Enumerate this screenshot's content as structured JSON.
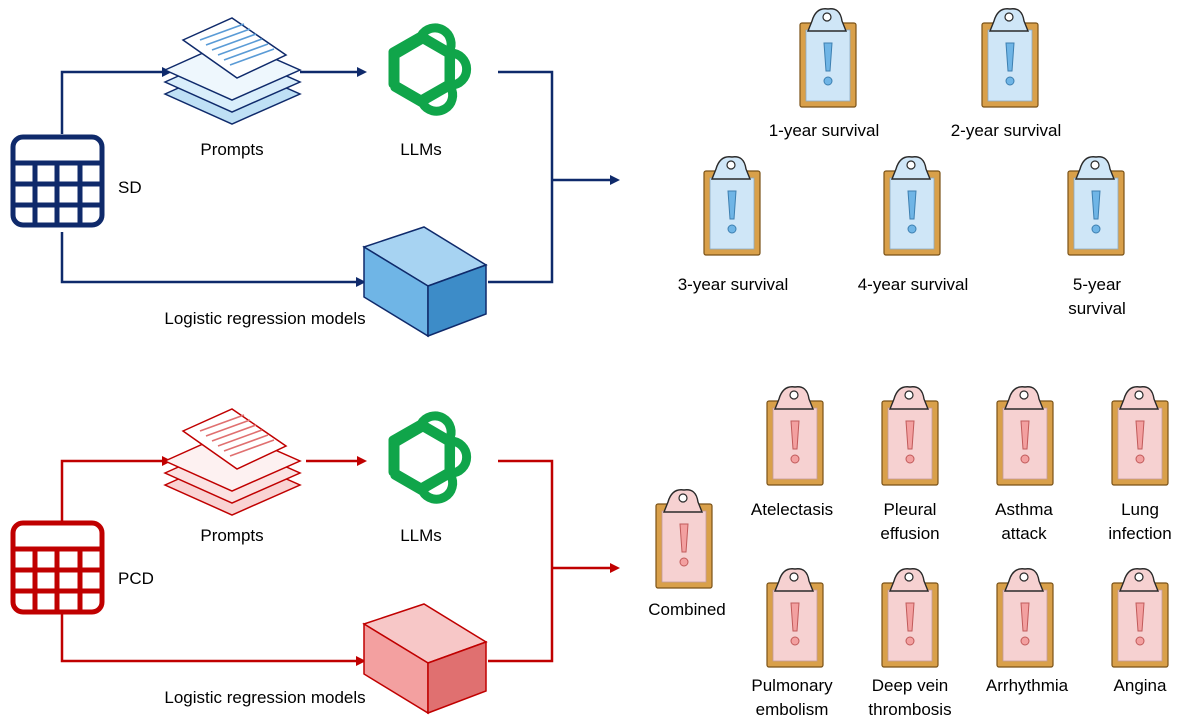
{
  "colors": {
    "sd_line": "#0f2a6b",
    "pcd_line": "#c00000",
    "llm_green": "#10a54a",
    "sd_box": "#6fb5e6",
    "pcd_box": "#f3a0a0",
    "clip_board": "#d9a04a",
    "sd_page": "#cfe6f7",
    "pcd_page": "#f6d1d1"
  },
  "top": {
    "dataset_label": "SD",
    "prompts_label": "Prompts",
    "llm_label": "LLMs",
    "model_label": "Logistic regression models",
    "outcomes": [
      "1-year survival",
      "2-year survival",
      "3-year survival",
      "4-year survival",
      "5-year survival"
    ]
  },
  "bottom": {
    "dataset_label": "PCD",
    "prompts_label": "Prompts",
    "llm_label": "LLMs",
    "model_label": "Logistic regression models",
    "combined_label": "Combined",
    "outcomes": [
      "Atelectasis",
      "Pleural\neffusion",
      "Asthma\nattack",
      "Lung\ninfection",
      "Pulmonary\nembolism",
      "Deep vein\nthrombosis",
      "Arrhythmia",
      "Angina"
    ]
  }
}
